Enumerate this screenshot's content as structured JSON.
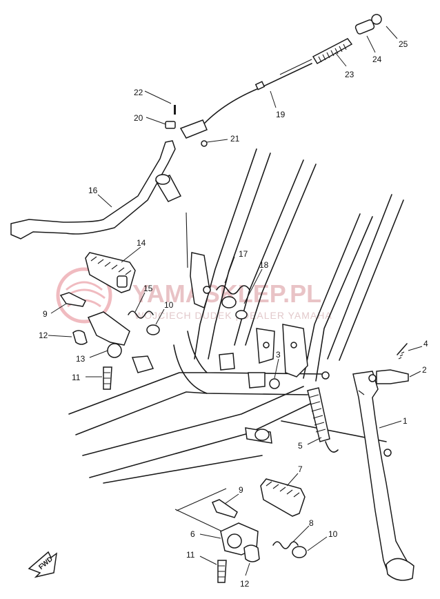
{
  "diagram": {
    "watermark": {
      "title": "YAMASKLEP.PL",
      "subtitle": "WOJCIECH DUDEK | DEALER YAMAHA",
      "color": "#e9a3a8"
    },
    "fwd_label": "FWD",
    "callouts": {
      "c1": "1",
      "c2": "2",
      "c3": "3",
      "c4": "4",
      "c5": "5",
      "c6": "6",
      "c7": "7",
      "c8": "8",
      "c9a": "9",
      "c9b": "9",
      "c10a": "10",
      "c10b": "10",
      "c11a": "11",
      "c11b": "11",
      "c12a": "12",
      "c12b": "12",
      "c13": "13",
      "c14": "14",
      "c15": "15",
      "c16": "16",
      "c17": "17",
      "c18": "18",
      "c19": "19",
      "c20": "20",
      "c21": "21",
      "c22": "22",
      "c23": "23",
      "c24": "24",
      "c25": "25"
    }
  }
}
